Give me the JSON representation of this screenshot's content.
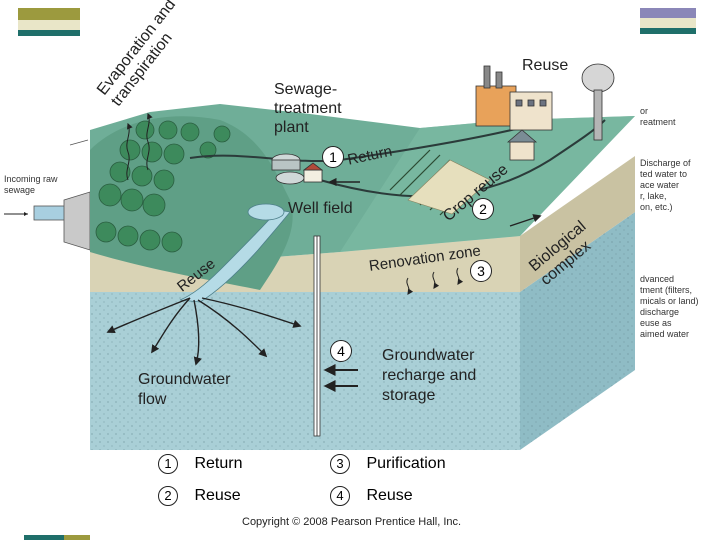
{
  "colors": {
    "olive": "#9c9a3e",
    "teal": "#1f6f6a",
    "lavender": "#8b87b8",
    "cream": "#e9e6c8",
    "land": "#6fae98",
    "soil": "#d9d3b5",
    "groundwater": "#a9cfd6"
  },
  "background_slide": {
    "left_inlet": {
      "incoming_label": "Incoming raw\nsewage"
    },
    "right_column": {
      "header_fragment": "or\nreatment",
      "discharge_fragment": "Discharge of\nted water to\nace water\nr, lake,\non, etc.)",
      "advanced_fragment": "dvanced\ntment (filters,\nmicals or land)\ndischarge\neuse as\naimed water"
    }
  },
  "diagram": {
    "title_label": "Evaporation and\ntranspiration",
    "sewage_plant_label": "Sewage-\ntreatment\nplant",
    "reuse_top_label": "Reuse",
    "return_label": "Return",
    "crop_reuse_label": "Crop reuse",
    "well_field_label": "Well field",
    "biological_complex_label": "Biological complex",
    "renovation_zone_label": "Renovation zone",
    "reuse_left_label": "Reuse",
    "groundwater_flow_label": "Groundwater\nflow",
    "groundwater_recharge_label": "Groundwater\nrecharge and\nstorage",
    "marker_1": "1",
    "marker_2": "2",
    "marker_3": "3",
    "marker_4": "4"
  },
  "legend": {
    "items": [
      {
        "number": "1",
        "label": "Return"
      },
      {
        "number": "2",
        "label": "Reuse"
      },
      {
        "number": "3",
        "label": "Purification"
      },
      {
        "number": "4",
        "label": "Reuse"
      }
    ]
  },
  "copyright": "Copyright © 2008 Pearson Prentice Hall, Inc."
}
